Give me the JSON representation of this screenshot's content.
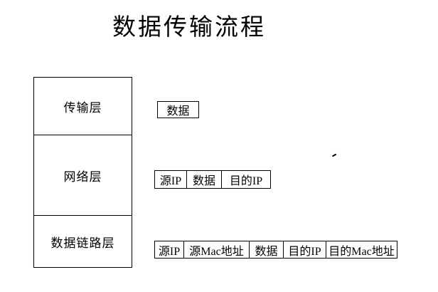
{
  "title": "数据传输流程",
  "layers": [
    {
      "id": "transport",
      "label": "传输层"
    },
    {
      "id": "network",
      "label": "网络层"
    },
    {
      "id": "datalink",
      "label": "数据链路层"
    }
  ],
  "pdu_rows": [
    {
      "id": "transport-pdu",
      "cells": [
        {
          "label": "数据",
          "width": 57
        }
      ]
    },
    {
      "id": "network-pdu",
      "cells": [
        {
          "label": "源IP",
          "width": 45
        },
        {
          "label": "数据",
          "width": 49
        },
        {
          "label": "目的IP",
          "width": 68
        }
      ]
    },
    {
      "id": "datalink-pdu",
      "cells": [
        {
          "label": "源IP",
          "width": 41
        },
        {
          "label": "源Mac地址",
          "width": 92
        },
        {
          "label": "数据",
          "width": 48
        },
        {
          "label": "目的IP",
          "width": 60
        },
        {
          "label": "目的Mac地址",
          "width": 99
        }
      ]
    }
  ],
  "colors": {
    "background": "#ffffff",
    "line": "#000000",
    "text": "#000000"
  }
}
